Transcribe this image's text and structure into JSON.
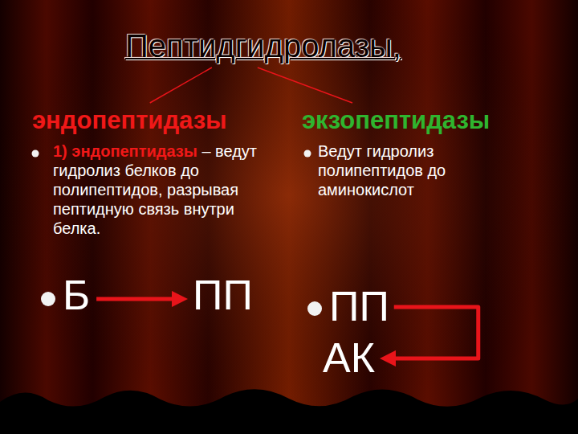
{
  "diagram": {
    "nodes": [
      {
        "text": [
          "Пептидгидролазы,"
        ]
      },
      {
        "text": [
          "эндопептидазы"
        ]
      },
      {
        "text": [
          "экзопептидазы"
        ]
      },
      {
        "text": [
          "Б"
        ]
      },
      {
        "text": [
          "ПП"
        ]
      },
      {
        "text": [
          "ПП"
        ]
      },
      {
        "text": [
          "АК"
        ]
      }
    ],
    "edges": [
      {
        "from": 0,
        "to": 1,
        "arrow": "none"
      },
      {
        "from": 0,
        "to": 2,
        "arrow": "none"
      },
      {
        "from": 3,
        "to": 4,
        "arrow": "to"
      },
      {
        "from": 5,
        "to": 6,
        "arrow": "to"
      }
    ],
    "labels": [
      "1) эндопептидазы",
      "– ведут гидролиз белков до полипептидов, разрывая пептидную связь внутри белка.",
      "Ведут гидролиз полипептидов до аминокислот"
    ]
  }
}
